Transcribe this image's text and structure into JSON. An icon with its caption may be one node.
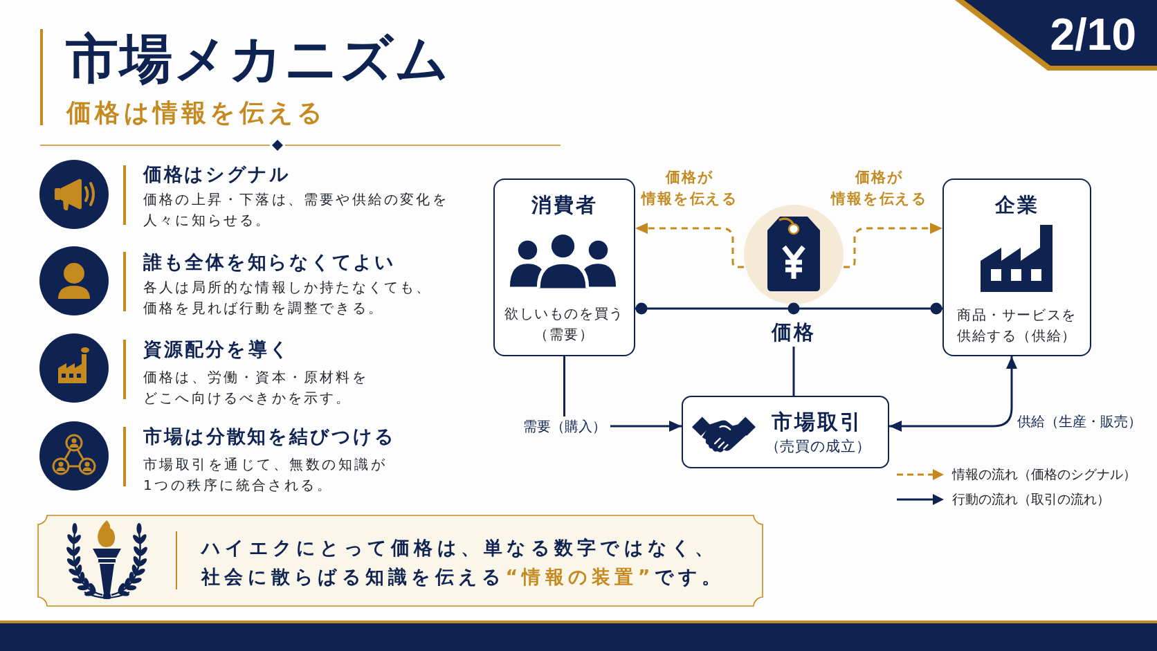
{
  "diagram": {
    "title": "市場メカニズム",
    "nodes": [
      {
        "text": [
          "2/10"
        ]
      },
      {
        "text": [
          "消費者",
          "欲しいものを買う（需要）"
        ]
      },
      {
        "text": [],
        "shape": "picture"
      },
      {
        "text": [
          "企業",
          "商品・サービスを供給する（供給）"
        ]
      },
      {
        "text": [
          "価格"
        ]
      },
      {
        "text": [
          "市場取引",
          "（売買の成立）"
        ]
      },
      {
        "text": [
          "ハイエクにとって価格は、単なる数字ではなく、社会に散らばる知識を伝える**“情報の装置”**です。"
        ]
      }
    ],
    "edges": [
      {
        "from": 2,
        "to": 1,
        "arrow": "to",
        "style": "dashed",
        "color": "#c48a1f",
        "label": "価格が情報を伝える"
      },
      {
        "from": 2,
        "to": 3,
        "arrow": "to",
        "style": "dashed",
        "color": "#c48a1f",
        "label": "価格が情報を伝える"
      },
      {
        "from": 1,
        "to": 3,
        "arrow": "other"
      },
      {
        "from": 4,
        "to": 5,
        "arrow": "none"
      },
      {
        "from": 1,
        "to": 5,
        "arrow": "to",
        "label": "需要（購入）"
      },
      {
        "from": 5,
        "to": 3,
        "arrow": "both",
        "label": "供給（生産・販売）"
      }
    ],
    "labels": [
      "価格は情報を伝える",
      "価格はシグナル",
      "価格の上昇・下落は、需要や供給の変化を人々に知らせる。",
      "誰も全体を知らなくてよい",
      "各人は局所的な情報しか持たなくても、価格を見れば行動を調整できる。",
      "資源配分を導く",
      "価格は、労働・資本・原材料をどこへ向けるべきかを示す。",
      "市場は分散知を結びつける",
      "市場取引を通じて、無数の知識が1つの秩序に統合される。"
    ],
    "legend": [
      {
        "text": "情報の流れ（価格のシグナル）"
      },
      {
        "text": "行動の流れ（取引の流れ）"
      }
    ]
  }
}
